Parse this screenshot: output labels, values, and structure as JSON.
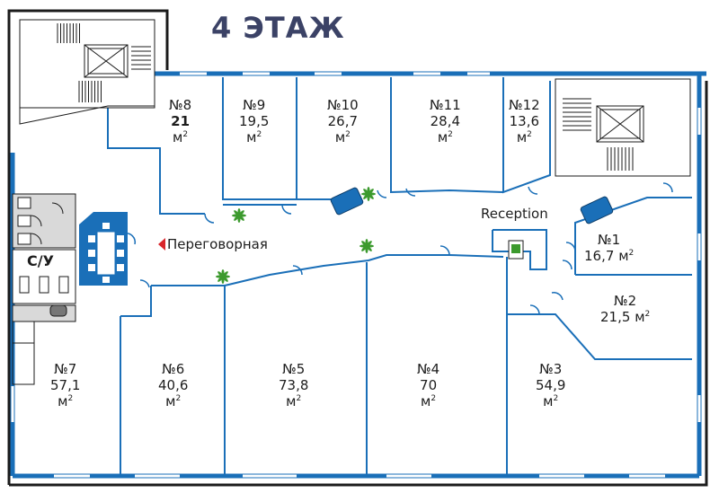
{
  "floor_title": "4 ЭТАЖ",
  "reception_label": "Reception",
  "meeting_room_label": "Переговорная",
  "wc_label": "С/У",
  "unit": "м",
  "colors": {
    "wall": "#1a6fb8",
    "frame": "#1b1b1b",
    "title": "#3b4266",
    "plant": "#3c9a2e",
    "furniture": "#1a6fb8"
  },
  "offices": [
    {
      "id": "office-8",
      "number": "№8",
      "area": "21"
    },
    {
      "id": "office-9",
      "number": "№9",
      "area": "19,5"
    },
    {
      "id": "office-10",
      "number": "№10",
      "area": "26,7"
    },
    {
      "id": "office-11",
      "number": "№11",
      "area": "28,4"
    },
    {
      "id": "office-12",
      "number": "№12",
      "area": "13,6"
    },
    {
      "id": "office-1",
      "number": "№1",
      "area": "16,7"
    },
    {
      "id": "office-2",
      "number": "№2",
      "area": "21,5"
    },
    {
      "id": "office-3",
      "number": "№3",
      "area": "54,9"
    },
    {
      "id": "office-4",
      "number": "№4",
      "area": "70"
    },
    {
      "id": "office-5",
      "number": "№5",
      "area": "73,8"
    },
    {
      "id": "office-6",
      "number": "№6",
      "area": "40,6"
    },
    {
      "id": "office-7",
      "number": "№7",
      "area": "57,1"
    }
  ]
}
